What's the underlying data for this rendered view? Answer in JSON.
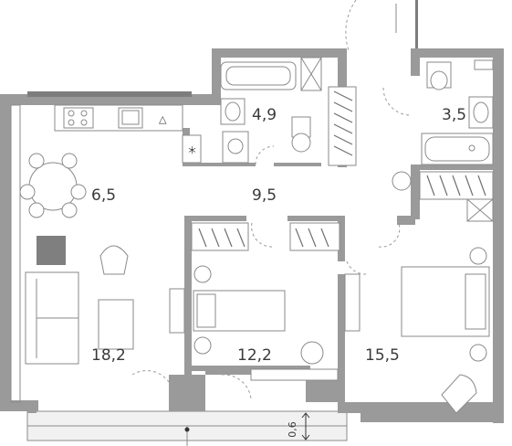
{
  "rooms": [
    {
      "id": "kitchen",
      "area": "6,5"
    },
    {
      "id": "bathroom",
      "area": "4,9"
    },
    {
      "id": "hall",
      "area": "9,5"
    },
    {
      "id": "washroom",
      "area": "3,5"
    },
    {
      "id": "living",
      "area": "18,2"
    },
    {
      "id": "bedroom-small",
      "area": "12,2"
    },
    {
      "id": "bedroom-master",
      "area": "15,5"
    }
  ],
  "balcony": {
    "depth": "0,6"
  },
  "colors": {
    "wall": "#9a9a9a",
    "line": "#8a8a8a",
    "text": "#3a3a3a"
  }
}
